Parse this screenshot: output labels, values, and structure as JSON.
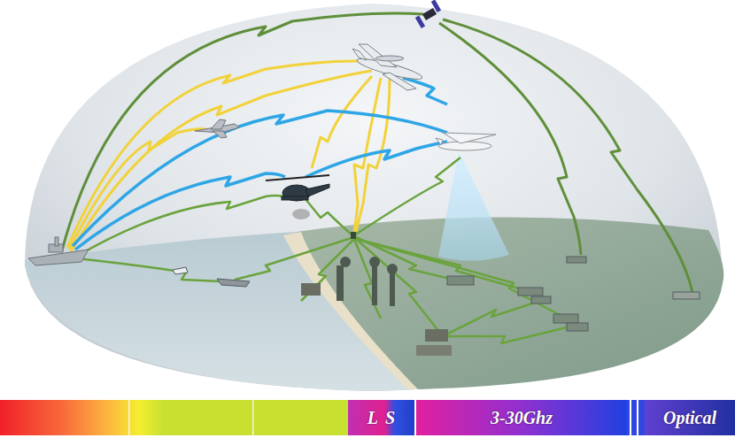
{
  "diagram": {
    "nodes": [
      {
        "text": [
          "L",
          "S"
        ]
      },
      {
        "text": [
          "3-30Ghz"
        ]
      },
      {
        "text": [
          "Optical"
        ]
      }
    ]
  }
}
